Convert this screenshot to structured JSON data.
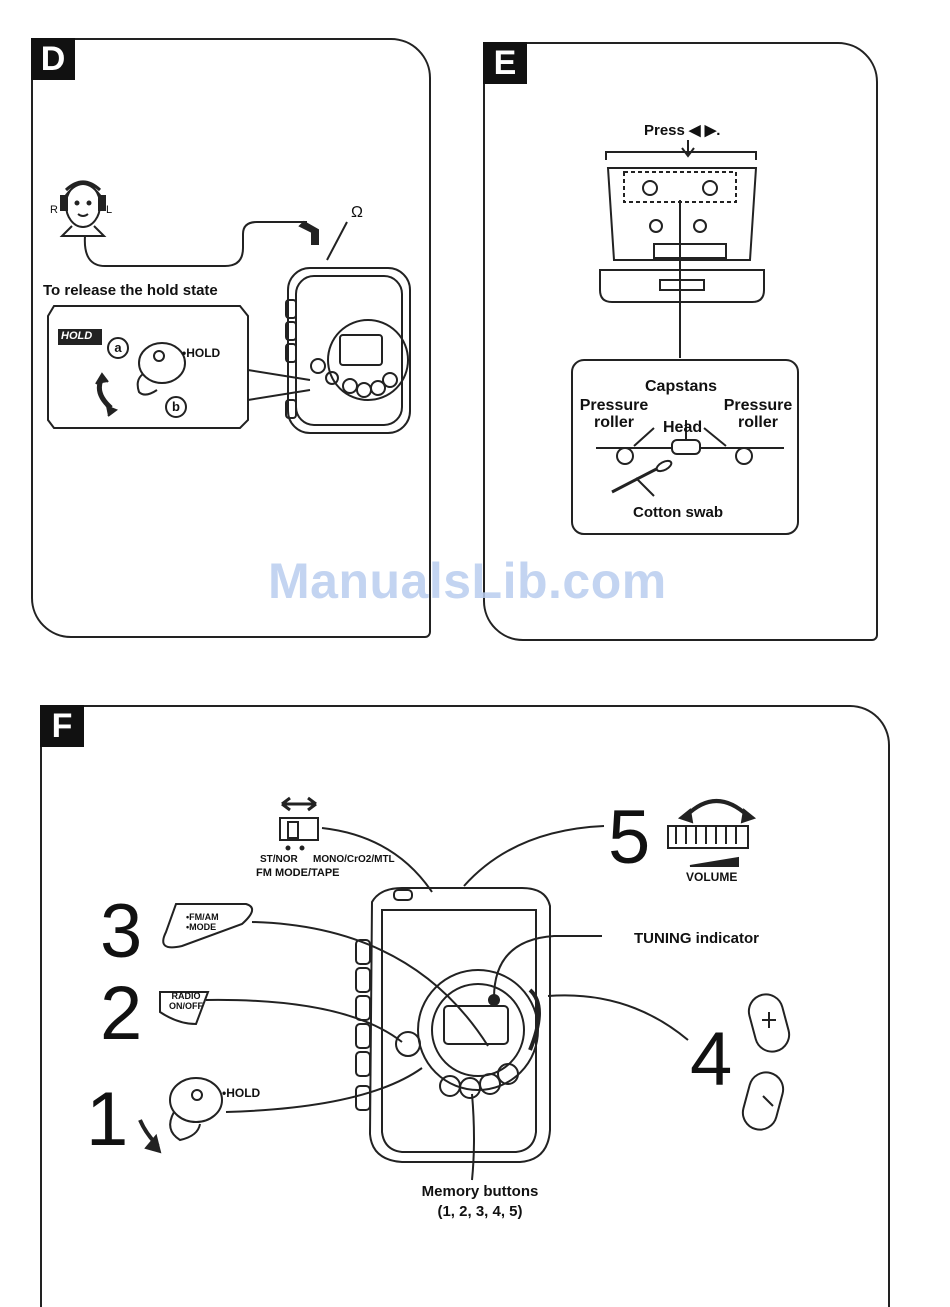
{
  "panels": {
    "D": {
      "badge": "D",
      "r_label": "R",
      "l_label": "L",
      "headphone_symbol": "Ω",
      "release_hold_title": "To release the hold state",
      "hold_icon_text": "HOLD",
      "pos_a": "a",
      "pos_b": "b",
      "hold_label": "•HOLD"
    },
    "E": {
      "badge": "E",
      "press_label": "Press ◀ ▶.",
      "capstans": "Capstans",
      "pressure_roller_left": [
        "Pressure",
        "roller"
      ],
      "pressure_roller_right": [
        "Pressure",
        "roller"
      ],
      "head": "Head",
      "cotton_swab": "Cotton swab"
    },
    "F": {
      "badge": "F",
      "step1": "1",
      "step2": "2",
      "step3": "3",
      "step4": "4",
      "step5": "5",
      "switch_left": "ST/NOR",
      "switch_right": "MONO/CrO2/MTL",
      "switch_caption": "FM MODE/TAPE",
      "volume": "VOLUME",
      "tuning_indicator": "TUNING indicator",
      "fm_am_line1": "•FM/AM",
      "fm_am_line2": "•MODE",
      "radio_line1": "RADIO",
      "radio_line2": "ON/OFF",
      "hold_label": "•HOLD",
      "memory_line1": "Memory buttons",
      "memory_line2": "(1, 2, 3, 4, 5)"
    }
  },
  "watermark": "ManualsLib.com"
}
